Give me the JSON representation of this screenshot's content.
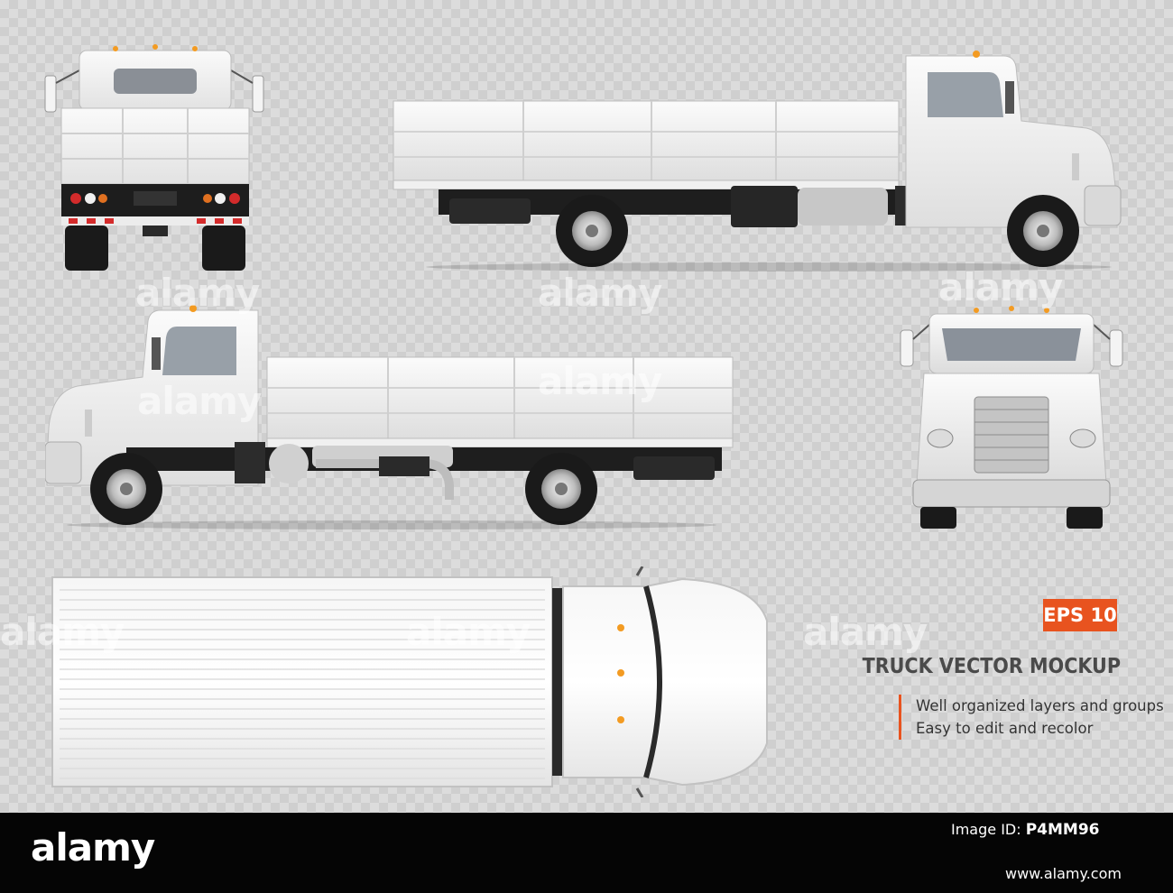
{
  "badge": {
    "text": "EPS 10",
    "color": "#e8531f"
  },
  "title": "TRUCK VECTOR MOCKUP",
  "features": [
    "Well organized layers and groups",
    "Easy to edit and recolor"
  ],
  "watermark_text": "alamy",
  "footer": {
    "logo": "alamy",
    "image_id_label": "Image ID:",
    "image_id": "P4MM96",
    "url": "www.alamy.com"
  },
  "views": [
    "rear-view",
    "right-side-view",
    "left-side-view",
    "front-view",
    "top-view"
  ],
  "colors": {
    "truck_body": "#f2f2f2",
    "chassis": "#1e1e1e",
    "accent": "#e8531f"
  }
}
